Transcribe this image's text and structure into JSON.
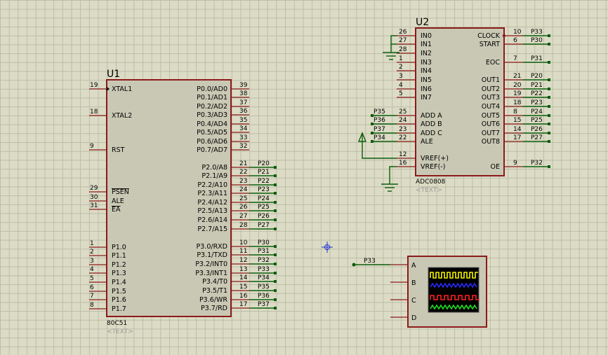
{
  "u1": {
    "ref": "U1",
    "part": "80C51",
    "text": "<TEXT>",
    "left_pins": [
      {
        "num": "19",
        "name": "XTAL1",
        "bar": false
      },
      {
        "num": "18",
        "name": "XTAL2",
        "bar": false
      },
      {
        "num": "9",
        "name": "RST",
        "bar": false
      },
      {
        "num": "29",
        "name": "PSEN",
        "bar": true
      },
      {
        "num": "30",
        "name": "ALE",
        "bar": false
      },
      {
        "num": "31",
        "name": "EA",
        "bar": true
      },
      {
        "num": "1",
        "name": "P1.0",
        "bar": false
      },
      {
        "num": "2",
        "name": "P1.1",
        "bar": false
      },
      {
        "num": "3",
        "name": "P1.2",
        "bar": false
      },
      {
        "num": "4",
        "name": "P1.3",
        "bar": false
      },
      {
        "num": "5",
        "name": "P1.4",
        "bar": false
      },
      {
        "num": "6",
        "name": "P1.5",
        "bar": false
      },
      {
        "num": "7",
        "name": "P1.6",
        "bar": false
      },
      {
        "num": "8",
        "name": "P1.7",
        "bar": false
      }
    ],
    "right_pins": [
      {
        "num": "39",
        "name": "P0.0/AD0",
        "net": ""
      },
      {
        "num": "38",
        "name": "P0.1/AD1",
        "net": ""
      },
      {
        "num": "37",
        "name": "P0.2/AD2",
        "net": ""
      },
      {
        "num": "36",
        "name": "P0.3/AD3",
        "net": ""
      },
      {
        "num": "35",
        "name": "P0.4/AD4",
        "net": ""
      },
      {
        "num": "34",
        "name": "P0.5/AD5",
        "net": ""
      },
      {
        "num": "33",
        "name": "P0.6/AD6",
        "net": ""
      },
      {
        "num": "32",
        "name": "P0.7/AD7",
        "net": ""
      },
      {
        "num": "21",
        "name": "P2.0/A8",
        "net": "P20"
      },
      {
        "num": "22",
        "name": "P2.1/A9",
        "net": "P21"
      },
      {
        "num": "23",
        "name": "P2.2/A10",
        "net": "P22"
      },
      {
        "num": "24",
        "name": "P2.3/A11",
        "net": "P23"
      },
      {
        "num": "25",
        "name": "P2.4/A12",
        "net": "P24"
      },
      {
        "num": "26",
        "name": "P2.5/A13",
        "net": "P25"
      },
      {
        "num": "27",
        "name": "P2.6/A14",
        "net": "P26"
      },
      {
        "num": "28",
        "name": "P2.7/A15",
        "net": "P27"
      },
      {
        "num": "10",
        "name": "P3.0/RXD",
        "net": "P30"
      },
      {
        "num": "11",
        "name": "P3.1/TXD",
        "net": "P31"
      },
      {
        "num": "12",
        "name": "P3.2/INT0",
        "net": "P32"
      },
      {
        "num": "13",
        "name": "P3.3/INT1",
        "net": "P33"
      },
      {
        "num": "14",
        "name": "P3.4/T0",
        "net": "P34"
      },
      {
        "num": "15",
        "name": "P3.5/T1",
        "net": "P35"
      },
      {
        "num": "16",
        "name": "P3.6/WR",
        "net": "P36"
      },
      {
        "num": "17",
        "name": "P3.7/RD",
        "net": "P37"
      }
    ]
  },
  "u2": {
    "ref": "U2",
    "part": "ADC0808",
    "text": "<TEXT>",
    "left_pins": [
      {
        "num": "26",
        "name": "IN0",
        "net": ""
      },
      {
        "num": "27",
        "name": "IN1",
        "net": ""
      },
      {
        "num": "28",
        "name": "IN2",
        "net": ""
      },
      {
        "num": "1",
        "name": "IN3",
        "net": ""
      },
      {
        "num": "2",
        "name": "IN4",
        "net": ""
      },
      {
        "num": "3",
        "name": "IN5",
        "net": ""
      },
      {
        "num": "4",
        "name": "IN6",
        "net": ""
      },
      {
        "num": "5",
        "name": "IN7",
        "net": ""
      },
      {
        "num": "25",
        "name": "ADD A",
        "net": "P35"
      },
      {
        "num": "24",
        "name": "ADD B",
        "net": "P36"
      },
      {
        "num": "23",
        "name": "ADD C",
        "net": "P37"
      },
      {
        "num": "22",
        "name": "ALE",
        "net": "P34"
      },
      {
        "num": "12",
        "name": "VREF(+)",
        "net": ""
      },
      {
        "num": "16",
        "name": "VREF(-)",
        "net": ""
      }
    ],
    "right_pins": [
      {
        "num": "10",
        "name": "CLOCK",
        "net": "P33"
      },
      {
        "num": "6",
        "name": "START",
        "net": "P30"
      },
      {
        "num": "7",
        "name": "EOC",
        "net": "P31"
      },
      {
        "num": "21",
        "name": "OUT1",
        "net": "P20"
      },
      {
        "num": "20",
        "name": "OUT2",
        "net": "P21"
      },
      {
        "num": "19",
        "name": "OUT3",
        "net": "P22"
      },
      {
        "num": "18",
        "name": "OUT4",
        "net": "P23"
      },
      {
        "num": "8",
        "name": "OUT5",
        "net": "P24"
      },
      {
        "num": "15",
        "name": "OUT6",
        "net": "P25"
      },
      {
        "num": "14",
        "name": "OUT7",
        "net": "P26"
      },
      {
        "num": "17",
        "name": "OUT8",
        "net": "P27"
      },
      {
        "num": "9",
        "name": "OE",
        "net": "P32"
      }
    ]
  },
  "scope": {
    "channels": [
      "A",
      "B",
      "C",
      "D"
    ],
    "input_net": "P33",
    "trace_colors": [
      "#f2f200",
      "#2a2aff",
      "#ff2020",
      "#20e020"
    ]
  },
  "colors": {
    "wire": "#0b5e0b",
    "outline": "#8b1a1a",
    "body": "#c9c8b4"
  }
}
